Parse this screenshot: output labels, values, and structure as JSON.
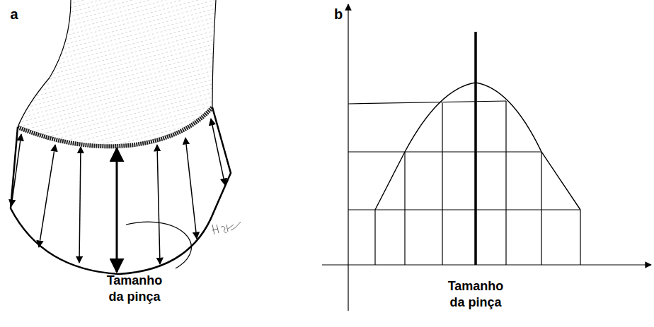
{
  "diagram": {
    "labels": [
      "a",
      "Tamanho da pinça",
      "b",
      "Tamanho da pinça"
    ]
  }
}
